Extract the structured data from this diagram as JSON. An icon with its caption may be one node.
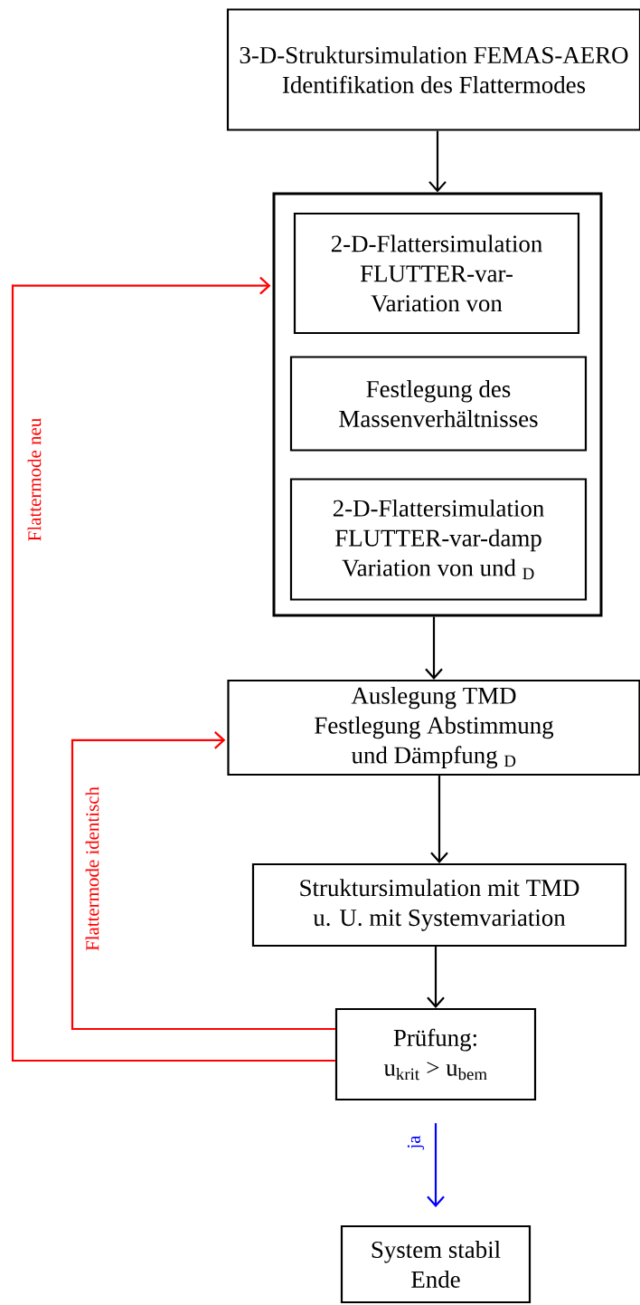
{
  "diagram": {
    "nodes": [
      {
        "text": [
          "3-D-Struktursimulation FEMAS-AERO Identifikation des Flattermodes"
        ]
      },
      {
        "text": [],
        "shape": "box"
      },
      {
        "text": [
          "2-D-Flattersimulation FLUTTER-var- Variation von"
        ],
        "in": 1
      },
      {
        "text": [
          "Festlegung des Massenverhältnisses"
        ],
        "in": 1
      },
      {
        "text": [
          "2-D-Flattersimulation FLUTTER-var-damp Variation von und $_{D}$"
        ],
        "in": 1
      },
      {
        "text": [
          "Auslegung TMD Festlegung Abstimmung und Dämpfung $_{D}$"
        ]
      },
      {
        "text": [
          "Struktursimulation mit TMD u. U. mit Systemvariation"
        ]
      },
      {
        "text": [
          "Prüfung: u$_{krit}$ > u$_{bem}$"
        ]
      },
      {
        "text": [
          "System stabil Ende"
        ]
      }
    ],
    "edges": [
      {
        "from": 0,
        "to": 1,
        "arrow": "to"
      },
      {
        "from": 1,
        "to": 5,
        "arrow": "to"
      },
      {
        "from": 5,
        "to": 6,
        "arrow": "to"
      },
      {
        "from": 6,
        "to": 7,
        "arrow": "to"
      },
      {
        "from": 7,
        "to": 1,
        "arrow": "to",
        "label": "Flattermode neu",
        "color": "#ff0000"
      },
      {
        "from": 7,
        "to": 5,
        "arrow": "to",
        "label": "Flattermode identisch",
        "color": "#ff0000"
      },
      {
        "from": 7,
        "to": 8,
        "arrow": "to",
        "label": "ja",
        "color": "#0000ff"
      }
    ]
  }
}
